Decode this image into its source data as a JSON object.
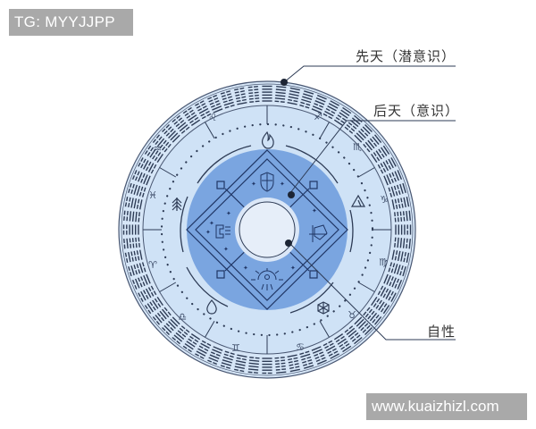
{
  "watermarks": {
    "top": "TG: MYYJJPP",
    "bottom": "www.kuaizhizl.com"
  },
  "labels": {
    "innate": "先天（潜意识）",
    "acquired": "后天（意识）",
    "self_nature": "自性"
  },
  "rings": {
    "outer": "trigram band",
    "zodiac": [
      "aries",
      "taurus",
      "gemini",
      "cancer",
      "leo",
      "virgo",
      "libra",
      "scorpio",
      "sagittarius",
      "capricorn",
      "aquarius",
      "pisces"
    ],
    "elements": [
      "fire-icon",
      "earth-mountain-icon",
      "water-drop-icon",
      "air-snowflake-icon",
      "tree-icon"
    ]
  },
  "colors": {
    "outer_ring": "#d6e6f7",
    "middle_ring": "#cfe2f6",
    "inner_disk": "#7aa5e0",
    "center": "#e6eef9",
    "stroke": "#2d3b55",
    "dark_line": "#1f3564"
  }
}
